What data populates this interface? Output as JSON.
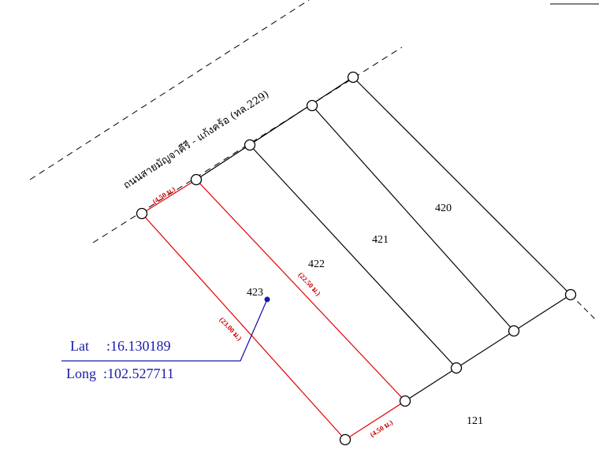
{
  "road": {
    "name": "ถนนสายมัญจาคีรี - แก้งคร้อ (ทล.229)"
  },
  "parcels": [
    {
      "id": "420"
    },
    {
      "id": "421"
    },
    {
      "id": "422"
    },
    {
      "id": "423"
    },
    {
      "id": "121"
    }
  ],
  "dimensions": {
    "front_width": "(4.50 ม.)",
    "back_width": "(4.50 ม.)",
    "left_depth": "(23.00 ม.)",
    "right_depth": "(22.50 ม.)"
  },
  "location": {
    "lat_label": "Lat",
    "lat_value": ":16.130189",
    "long_label": "Long",
    "long_value": ":102.527711"
  },
  "colors": {
    "lines": "#000000",
    "highlight": "#e60000",
    "pointer": "#1a1aa8"
  }
}
